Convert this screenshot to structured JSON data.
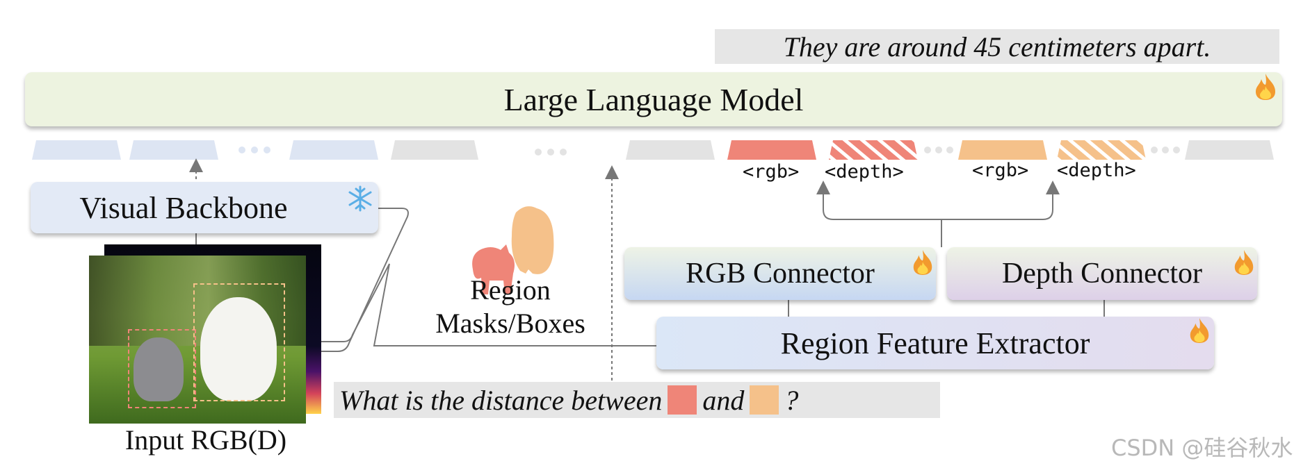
{
  "answer_text": "They are around 45 centimeters apart.",
  "llm_label": "Large Language Model",
  "visual_backbone_label": "Visual Backbone",
  "rgb_connector_label": "RGB Connector",
  "depth_connector_label": "Depth Connector",
  "region_feature_extractor_label": "Region Feature Extractor",
  "region_caption_line1": "Region",
  "region_caption_line2": "Masks/Boxes",
  "input_caption": "Input RGB(D)",
  "question": {
    "part1": "What is the distance between",
    "part2": "and",
    "part3": "?"
  },
  "token_labels": [
    "<rgb>",
    "<depth>",
    "<rgb>",
    "<depth>"
  ],
  "watermark": "CSDN @硅谷秋水",
  "colors": {
    "visual_token": "#dde5f3",
    "text_token": "#e3e3e3",
    "region1": "#ef8578",
    "region2": "#f5c18a",
    "llm_bg": "#edf3e0"
  },
  "icons": {
    "trainable": "fire-icon",
    "frozen": "snowflake-icon"
  }
}
